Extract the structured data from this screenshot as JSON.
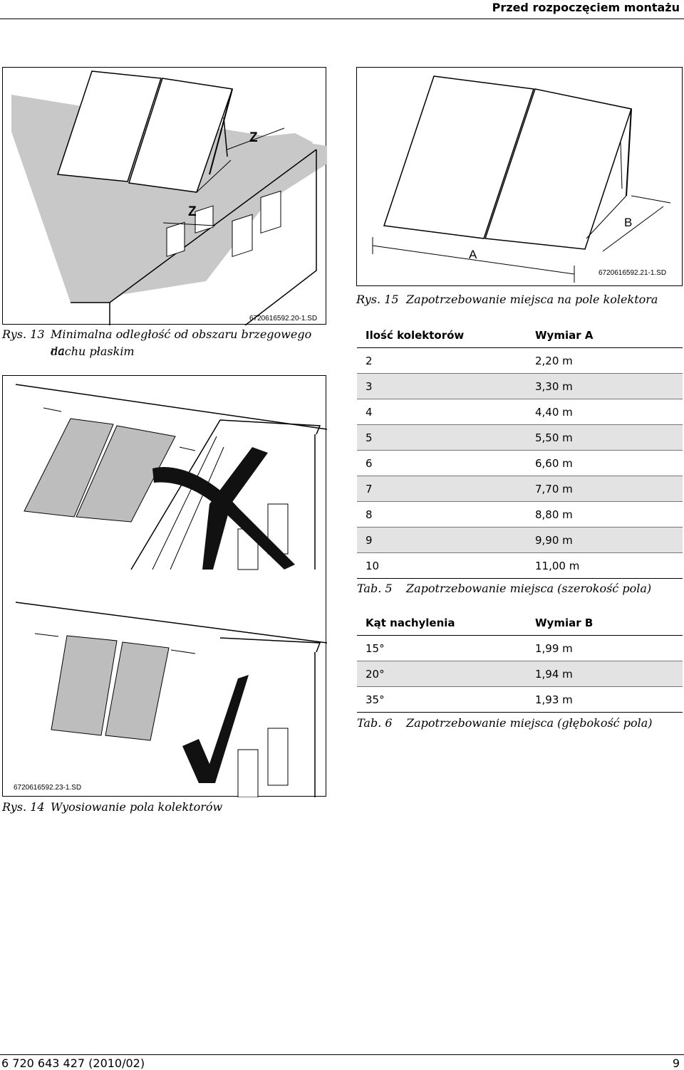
{
  "header": {
    "title": "Przed rozpoczęciem montażu"
  },
  "fig13": {
    "code": "6720616592.20-1.SD",
    "label_z1": "Z",
    "label_z2": "Z",
    "caption_num": "Rys. 13",
    "caption_text_line1": "Minimalna odległość od obszaru brzegowego na",
    "caption_text_line2": "dachu płaskim"
  },
  "fig14": {
    "code": "6720616592.23-1.SD",
    "caption_num": "Rys. 14",
    "caption_text": "Wyosiowanie pola kolektorów",
    "top_icon": "cross-mark-icon",
    "bottom_icon": "check-mark-icon"
  },
  "fig15": {
    "code": "6720616592.21-1.SD",
    "label_a": "A",
    "label_b": "B",
    "caption_num": "Rys. 15",
    "caption_text": "Zapotrzebowanie miejsca na pole kolektora"
  },
  "tab5": {
    "headers": [
      "Ilość kolektorów",
      "Wymiar A"
    ],
    "rows": [
      [
        "2",
        "2,20 m"
      ],
      [
        "3",
        "3,30 m"
      ],
      [
        "4",
        "4,40 m"
      ],
      [
        "5",
        "5,50 m"
      ],
      [
        "6",
        "6,60 m"
      ],
      [
        "7",
        "7,70 m"
      ],
      [
        "8",
        "8,80 m"
      ],
      [
        "9",
        "9,90 m"
      ],
      [
        "10",
        "11,00 m"
      ]
    ],
    "caption_num": "Tab. 5",
    "caption_text": "Zapotrzebowanie miejsca (szerokość pola)"
  },
  "tab6": {
    "headers": [
      "Kąt nachylenia",
      "Wymiar B"
    ],
    "rows": [
      [
        "15°",
        "1,99 m"
      ],
      [
        "20°",
        "1,94 m"
      ],
      [
        "35°",
        "1,93 m"
      ]
    ],
    "caption_num": "Tab. 6",
    "caption_text": "Zapotrzebowanie miejsca (głębokość pola)"
  },
  "footer": {
    "doc_number": "6 720 643 427 (2010/02)",
    "page_number": "9"
  },
  "colors": {
    "alt_row": "#e3e3e3",
    "roof_gray": "#c8c8c8",
    "panel_gray": "#bdbdbd"
  }
}
